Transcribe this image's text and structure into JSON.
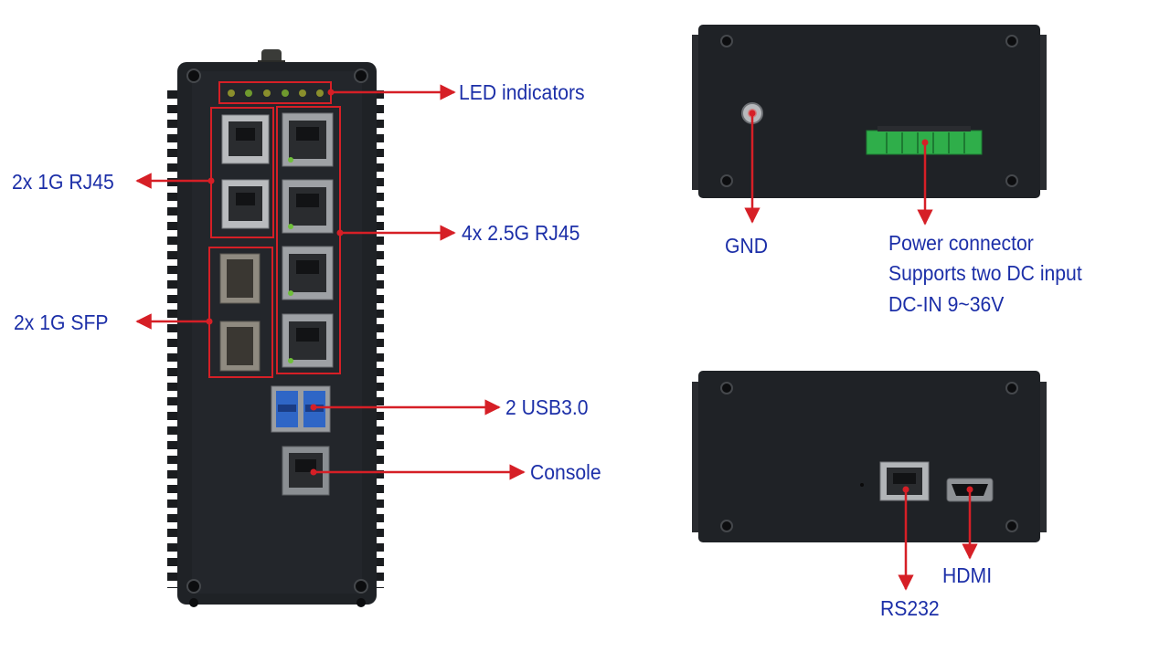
{
  "front_panel": {
    "labels": {
      "led": "LED indicators",
      "rj45_1g": "2x 1G RJ45",
      "rj45_25g": "4x 2.5G RJ45",
      "sfp": "2x 1G SFP",
      "usb": "2 USB3.0",
      "console": "Console"
    }
  },
  "top_panel": {
    "labels": {
      "gnd": "GND",
      "power": [
        "Power connector",
        "Supports two DC input",
        "DC-IN 9~36V"
      ]
    }
  },
  "rear_panel": {
    "labels": {
      "rs232": "RS232",
      "hdmi": "HDMI"
    }
  },
  "colors": {
    "label_text": "#1c2fa8",
    "callout": "#d61f26",
    "chassis": "#1f2226",
    "terminal_block": "#2fae4a"
  }
}
